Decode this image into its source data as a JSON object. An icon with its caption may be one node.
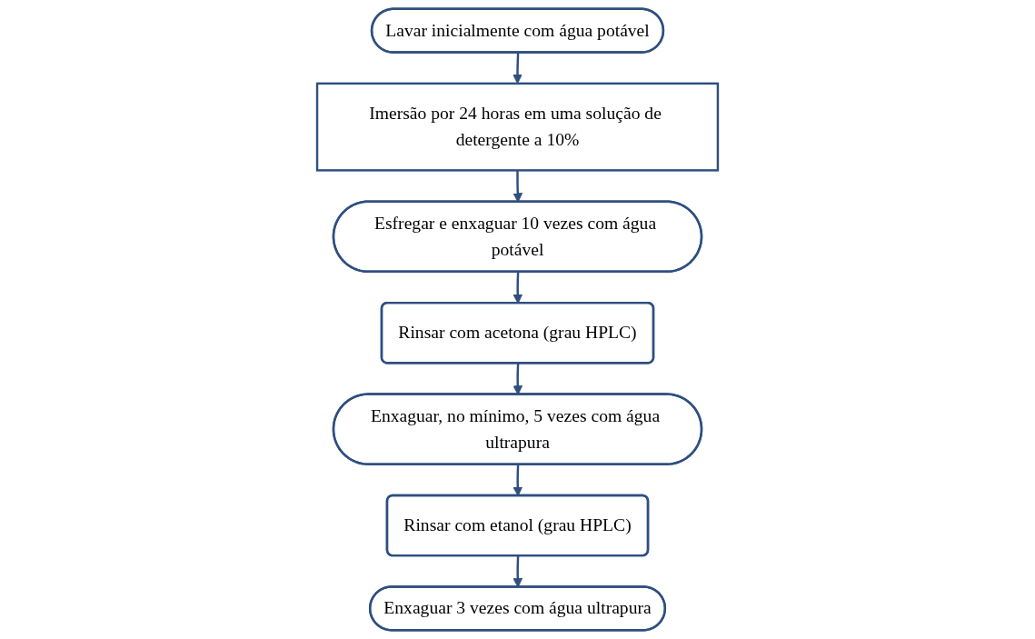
{
  "diagram": {
    "nodes": [
      {
        "text": [
          "Lavar inicialmente com água potável"
        ]
      },
      {
        "text": [
          "Imersão por 24 horas em uma solução de detergente a 10%"
        ]
      },
      {
        "text": [
          "Esfregar e enxaguar 10 vezes com água potável"
        ]
      },
      {
        "text": [
          "Rinsar com acetona (grau HPLC)"
        ]
      },
      {
        "text": [
          "Enxaguar, no mínimo, 5 vezes com água ultrapura"
        ]
      },
      {
        "text": [
          "Rinsar com etanol (grau HPLC)"
        ]
      },
      {
        "text": [
          "Enxaguar 3 vezes com água ultrapura"
        ]
      }
    ],
    "edges": [
      {
        "from": 0,
        "to": 1,
        "arrow": "to"
      },
      {
        "from": 1,
        "to": 2,
        "arrow": "to"
      },
      {
        "from": 2,
        "to": 3,
        "arrow": "to"
      },
      {
        "from": 3,
        "to": 4,
        "arrow": "to"
      },
      {
        "from": 4,
        "to": 5,
        "arrow": "to"
      },
      {
        "from": 5,
        "to": 6,
        "arrow": "to"
      }
    ]
  }
}
